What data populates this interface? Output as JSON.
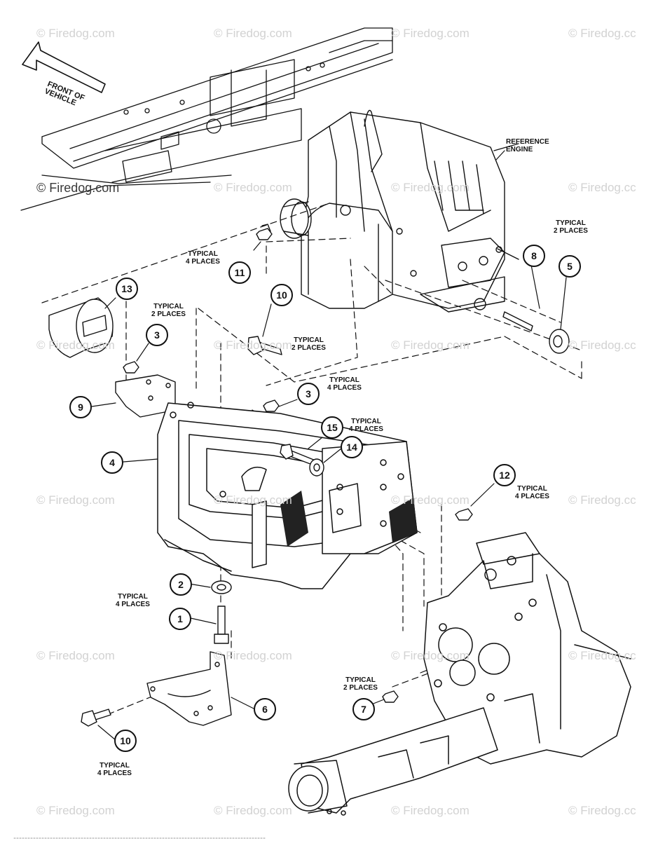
{
  "watermark": "© Firedog.com",
  "watermark_clipped": "© Firedog.cc",
  "front_label": "FRONT OF\nVEHICLE",
  "reference_engine": "REFERENCE\nENGINE",
  "notes": {
    "typical_2_places": "TYPICAL\n2 PLACES",
    "typical_4_places": "TYPICAL\n4 PLACES"
  },
  "callouts": [
    "1",
    "2",
    "3",
    "4",
    "5",
    "6",
    "7",
    "8",
    "9",
    "10",
    "11",
    "12",
    "13",
    "14",
    "15"
  ]
}
